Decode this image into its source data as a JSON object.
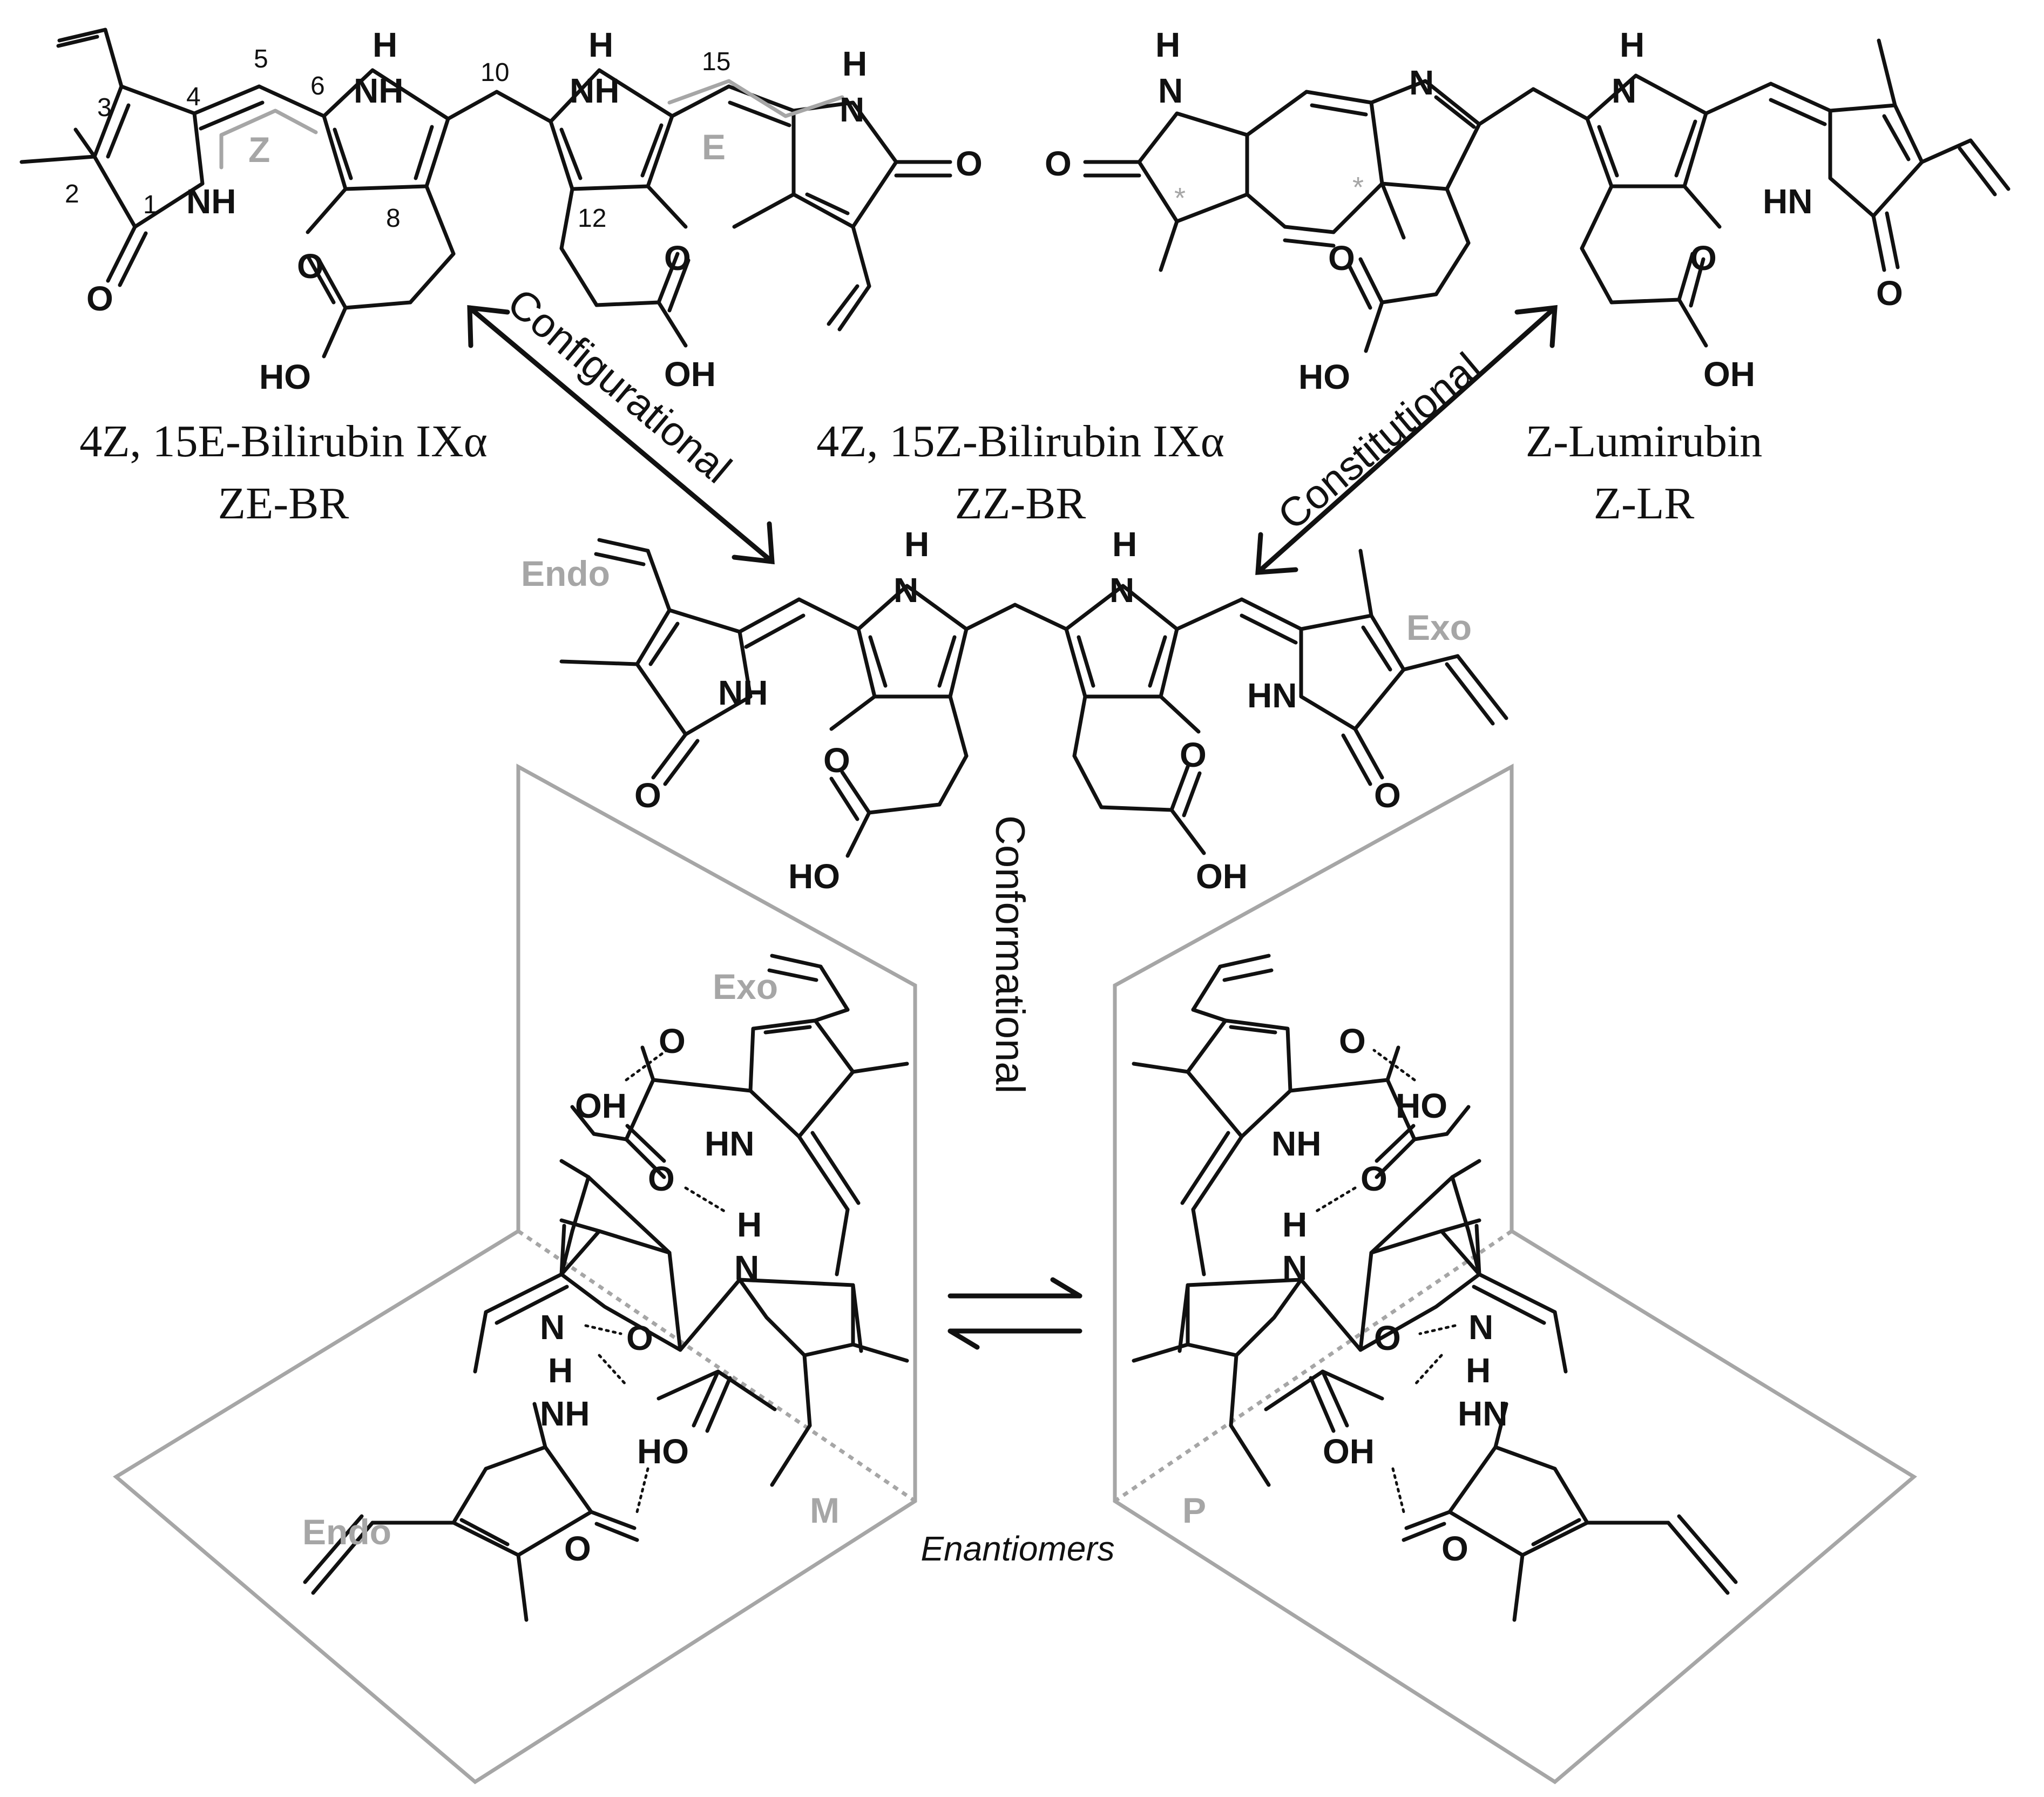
{
  "atoms": {
    "nh": "NH",
    "hn": "HN",
    "h": "H",
    "n": "N",
    "o": "O",
    "oh": "OH",
    "ho": "HO"
  },
  "numbering": {
    "c1": "1",
    "c2": "2",
    "c3": "3",
    "c4": "4",
    "c5": "5",
    "c6": "6",
    "c8": "8",
    "c10": "10",
    "c12": "12",
    "c15": "15"
  },
  "markers": {
    "z": "Z",
    "e": "E",
    "endo": "Endo",
    "exo": "Exo",
    "m": "M",
    "p": "P",
    "stereocenter": "*"
  },
  "compounds": {
    "ze_br": {
      "name": "4Z, 15E-Bilirubin IXα",
      "abbr": "ZE-BR"
    },
    "zz_br": {
      "name": "4Z, 15Z-Bilirubin IXα",
      "abbr": "ZZ-BR"
    },
    "z_lr": {
      "name": "Z-Lumirubin",
      "abbr": "Z-LR"
    }
  },
  "relations": {
    "configurational": "Configurational",
    "constitutional": "Constitutional",
    "conformational": "Conformational",
    "enantiomers": "Enantiomers"
  },
  "colors": {
    "ink": "#111111",
    "highlight_gray": "#a6a6a6",
    "background": "#ffffff"
  }
}
